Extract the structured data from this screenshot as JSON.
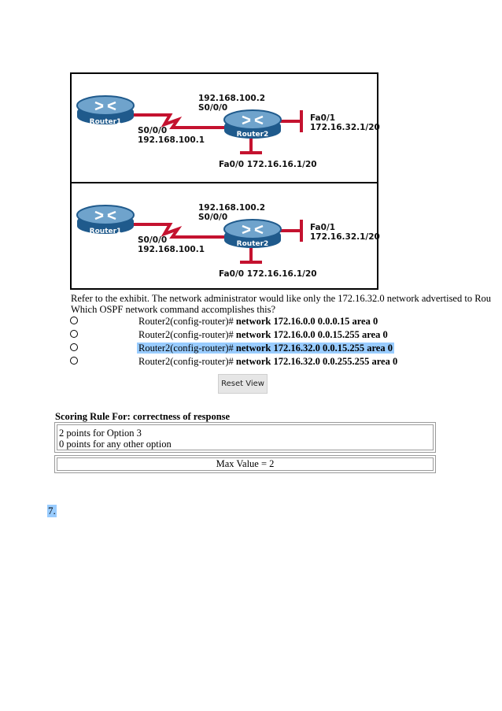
{
  "exhibit": {
    "panels": [
      {
        "router1": {
          "name": "Router1",
          "s0_label": "S0/0/0",
          "s0_ip": "192.168.100.1"
        },
        "router2": {
          "name": "Router2",
          "s0_ip": "192.168.100.2",
          "s0_label": "S0/0/0",
          "fa01_label": "Fa0/1",
          "fa01_ip": "172.16.32.1/20",
          "fa00": "Fa0/0 172.16.16.1/20"
        }
      },
      {
        "router1": {
          "name": "Router1",
          "s0_label": "S0/0/0",
          "s0_ip": "192.168.100.1"
        },
        "router2": {
          "name": "Router2",
          "s0_ip": "192.168.100.2",
          "s0_label": "S0/0/0",
          "fa01_label": "Fa0/1",
          "fa01_ip": "172.16.32.1/20",
          "fa00": "Fa0/0 172.16.16.1/20"
        }
      }
    ],
    "colors": {
      "router_body": "#1f5a8c",
      "router_top": "#6fa3cc",
      "link": "#c4122f"
    }
  },
  "question": {
    "line1": "Refer to the exhibit. The network administrator would like only the 172.16.32.0 network advertised to Rou",
    "line2": "Which OSPF network command accomplishes this?"
  },
  "options": [
    {
      "prefix": "Router2(config-router)# ",
      "command": "network 172.16.0.0 0.0.0.15 area 0",
      "selected": false
    },
    {
      "prefix": "Router2(config-router)# ",
      "command": "network 172.16.0.0 0.0.15.255 area 0",
      "selected": false
    },
    {
      "prefix": "Router2(config-router)# ",
      "command": "network 172.16.32.0 0.0.15.255 area 0",
      "selected": true
    },
    {
      "prefix": "Router2(config-router)# ",
      "command": "network 172.16.32.0 0.0.255.255 area 0",
      "selected": false
    }
  ],
  "reset_button": "Reset View",
  "scoring": {
    "title": "Scoring Rule For:  correctness of response",
    "line1": "2 points for Option 3",
    "line2": "0 points for any other option",
    "max_value": "Max Value = 2"
  },
  "next_question_number": "7."
}
